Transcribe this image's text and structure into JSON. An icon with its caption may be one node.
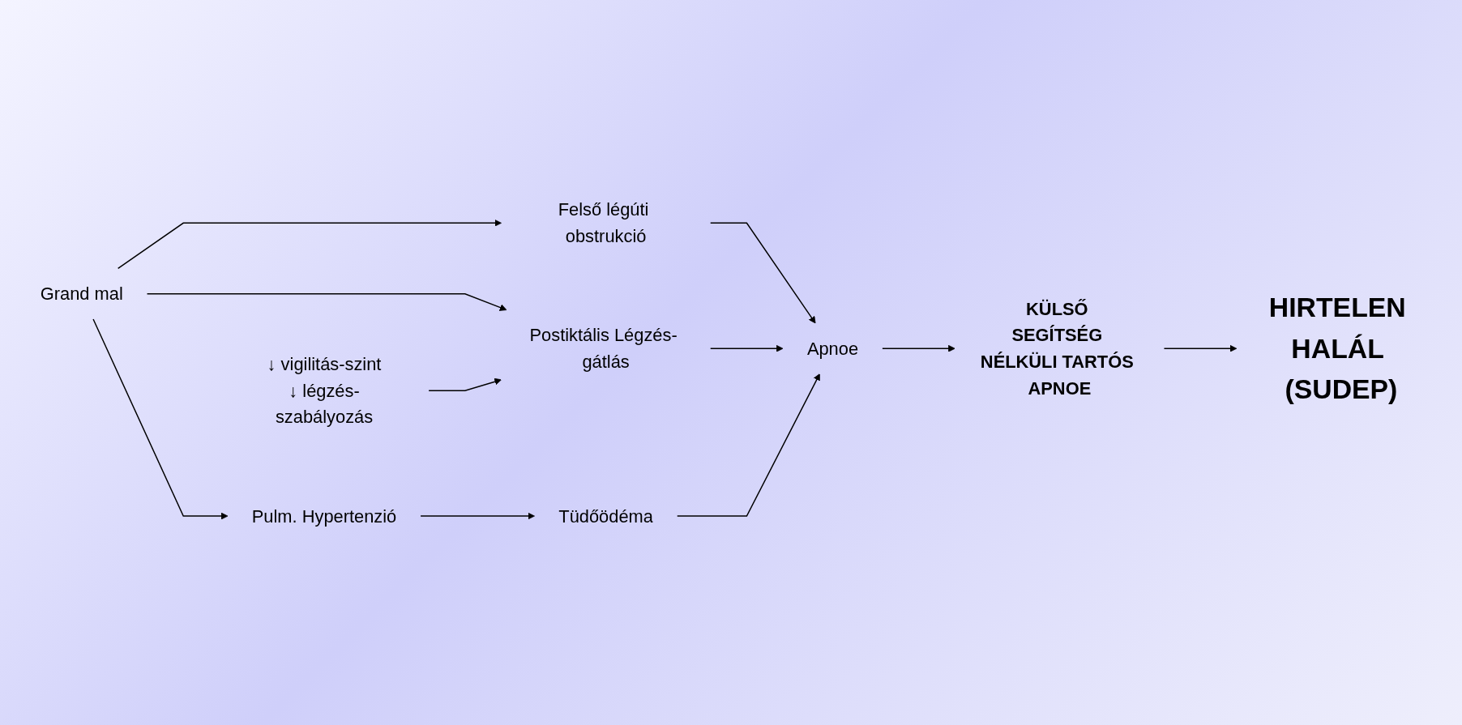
{
  "diagram": {
    "nodes": [
      {
        "text": [
          "Grand mal"
        ]
      },
      {
        "text": [
          "Felső légúti obstrukció"
        ]
      },
      {
        "text": [
          "Postiktális Légzés- gátlás"
        ]
      },
      {
        "text": [
          "↓ vigilitás-szint",
          "↓ légzés-szabályozás"
        ]
      },
      {
        "text": [
          "Apnoe"
        ]
      },
      {
        "text": [
          "KÜLSŐ SEGÍTSÉG NÉLKÜLI TARTÓS APNOE"
        ]
      },
      {
        "text": [
          "HIRTELEN HALÁL (SUDEP)"
        ]
      },
      {
        "text": [
          "Pulm. Hypertenzió"
        ]
      },
      {
        "text": [
          "Tüdőödéma"
        ]
      }
    ],
    "edges": [
      {
        "from": 0,
        "to": 1,
        "arrow": "to"
      },
      {
        "from": 0,
        "to": 2,
        "arrow": "to"
      },
      {
        "from": 0,
        "to": 7,
        "arrow": "to"
      },
      {
        "from": 1,
        "to": 4,
        "arrow": "to"
      },
      {
        "from": 2,
        "to": 4,
        "arrow": "to"
      },
      {
        "from": 3,
        "to": 2,
        "arrow": "to"
      },
      {
        "from": 4,
        "to": 5,
        "arrow": "to"
      },
      {
        "from": 5,
        "to": 6,
        "arrow": "to"
      },
      {
        "from": 7,
        "to": 8,
        "arrow": "to"
      },
      {
        "from": 8,
        "to": 4,
        "arrow": "to"
      }
    ]
  }
}
